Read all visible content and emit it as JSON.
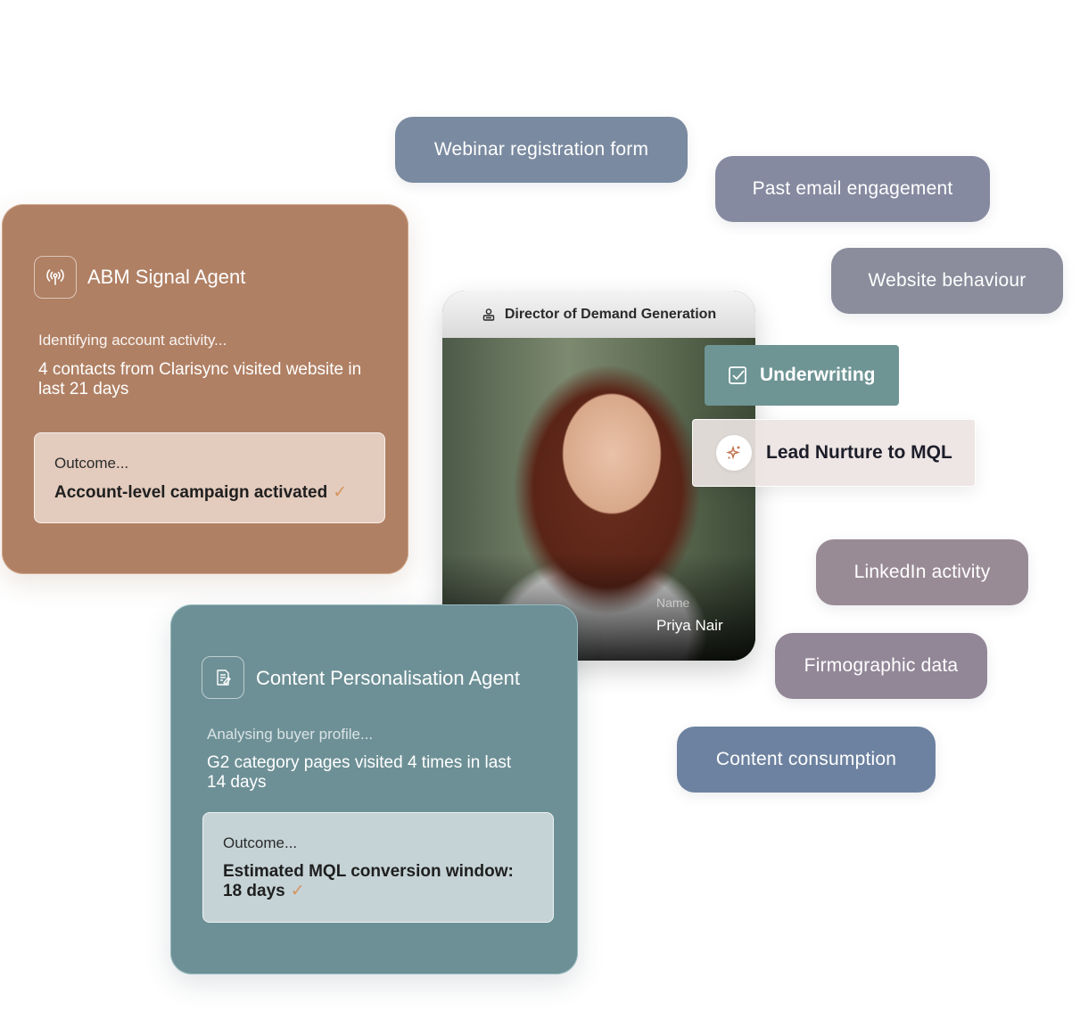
{
  "pills": {
    "webinar": "Webinar registration form",
    "email": "Past email engagement",
    "website": "Website behaviour",
    "linkedin": "LinkedIn activity",
    "firmographic": "Firmographic data",
    "content": "Content consumption"
  },
  "abm_agent": {
    "title": "ABM Signal Agent",
    "status": "Identifying account activity...",
    "detail": "4 contacts from Clarisync visited website in last 21 days",
    "outcome_label": "Outcome...",
    "outcome_value": "Account-level campaign activated"
  },
  "profile": {
    "role": "Director of Demand Generation",
    "name_label": "Name",
    "name": "Priya Nair"
  },
  "workflows": {
    "underwriting": "Underwriting",
    "lead_nurture": "Lead Nurture to MQL"
  },
  "content_agent": {
    "title": "Content Personalisation Agent",
    "status": "Analysing buyer profile...",
    "detail": "G2 category pages visited 4 times in last 14 days",
    "outcome_label": "Outcome...",
    "outcome_value": "Estimated MQL conversion window: 18 days"
  },
  "colors": {
    "abm_card": "#b08064",
    "content_card": "#6d9096",
    "underwriting": "#6e9494",
    "check_accent": "#d6935e"
  }
}
